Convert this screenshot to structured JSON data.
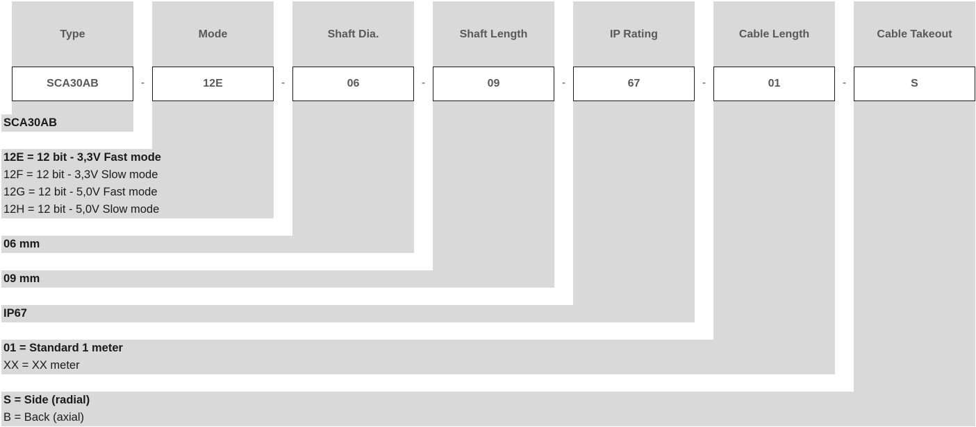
{
  "columns": [
    {
      "header": "Type",
      "code": "SCA30AB"
    },
    {
      "header": "Mode",
      "code": "12E"
    },
    {
      "header": "Shaft Dia.",
      "code": "06"
    },
    {
      "header": "Shaft Length",
      "code": "09"
    },
    {
      "header": "IP Rating",
      "code": "67"
    },
    {
      "header": "Cable Length",
      "code": "01"
    },
    {
      "header": "Cable Takeout",
      "code": "S"
    }
  ],
  "separator": "-",
  "options": [
    {
      "lines": [
        {
          "text": "SCA30AB",
          "bold": true
        }
      ]
    },
    {
      "lines": [
        {
          "text": "12E = 12 bit - 3,3V Fast mode",
          "bold": true
        },
        {
          "text": "12F = 12 bit - 3,3V Slow mode",
          "bold": false
        },
        {
          "text": "12G = 12 bit - 5,0V Fast mode",
          "bold": false
        },
        {
          "text": "12H = 12 bit - 5,0V Slow mode",
          "bold": false
        }
      ]
    },
    {
      "lines": [
        {
          "text": "06 mm",
          "bold": true
        }
      ]
    },
    {
      "lines": [
        {
          "text": "09 mm",
          "bold": true
        }
      ]
    },
    {
      "lines": [
        {
          "text": "IP67",
          "bold": true
        }
      ]
    },
    {
      "lines": [
        {
          "text": "01 = Standard 1 meter",
          "bold": true
        },
        {
          "text": "XX = XX meter",
          "bold": false
        }
      ]
    },
    {
      "lines": [
        {
          "text": "S = Side (radial)",
          "bold": true
        },
        {
          "text": "B = Back (axial)",
          "bold": false
        }
      ]
    }
  ],
  "colors": {
    "band": "#d9d9d9",
    "header_text": "#595959",
    "body_text": "#1a1a1a",
    "box_border": "#1a1a1a"
  }
}
